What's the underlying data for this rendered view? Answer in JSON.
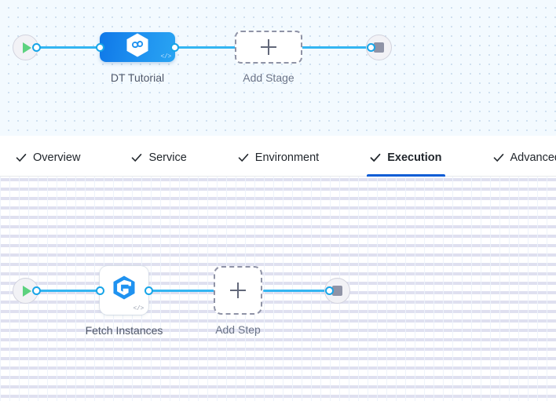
{
  "stage_canvas": {
    "start_node": {
      "name": "start-trigger",
      "icon": "play-icon"
    },
    "end_node": {
      "name": "stop-node",
      "icon": "stop-square-icon"
    },
    "stage": {
      "label": "DT Tutorial",
      "icon": "hexagon-infinity-icon",
      "badge": "</>",
      "color": "#1f92f0"
    },
    "add_stage": {
      "label": "Add Stage",
      "icon": "plus-icon"
    }
  },
  "tabs": [
    {
      "label": "Overview",
      "icon": "check-icon",
      "active": false
    },
    {
      "label": "Service",
      "icon": "check-icon",
      "active": false
    },
    {
      "label": "Environment",
      "icon": "check-icon",
      "active": false
    },
    {
      "label": "Execution",
      "icon": "check-icon",
      "active": true
    },
    {
      "label": "Advanced",
      "icon": "check-icon",
      "active": false
    }
  ],
  "tab_accent_color": "#0b5cd5",
  "step_canvas": {
    "start_node": {
      "name": "start-trigger",
      "icon": "play-icon"
    },
    "end_node": {
      "name": "stop-node",
      "icon": "stop-square-icon"
    },
    "step": {
      "label": "Fetch Instances",
      "icon": "hexagon-e-icon",
      "badge": "</>",
      "color": "#1f92f0"
    },
    "add_step": {
      "label": "Add Step",
      "icon": "plus-icon"
    }
  }
}
